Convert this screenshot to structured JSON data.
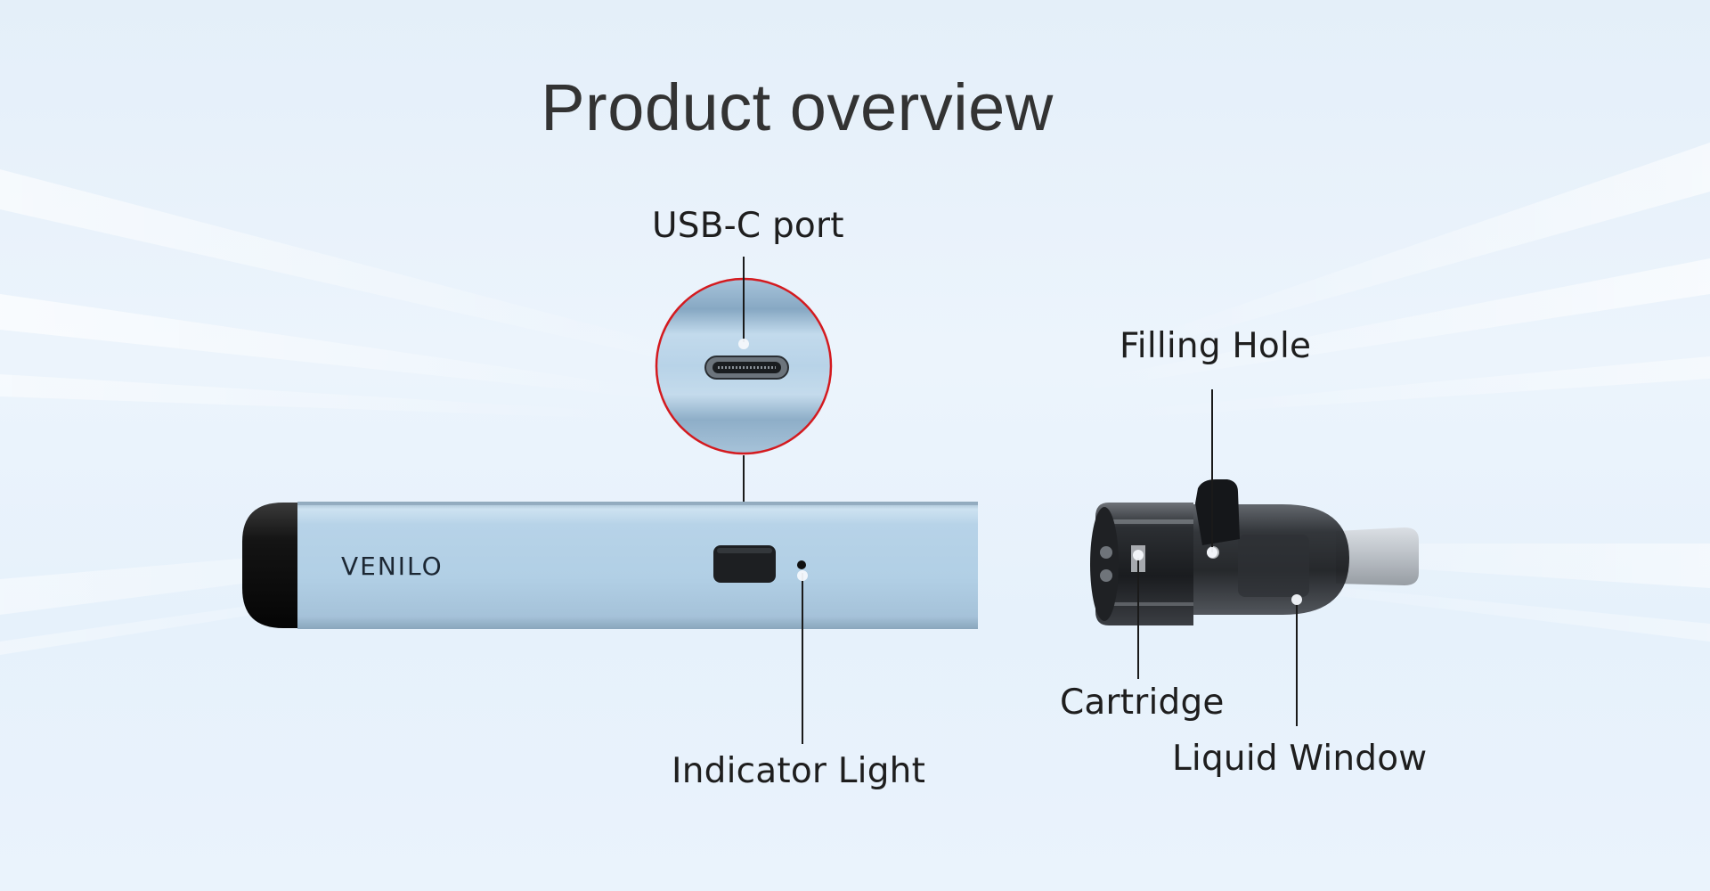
{
  "title": "Product overview",
  "brand": "VENILO",
  "callouts": {
    "usb_c_port": "USB-C port",
    "indicator_light": "Indicator Light",
    "filling_hole": "Filling Hole",
    "cartridge": "Cartridge",
    "liquid_window": "Liquid Window"
  },
  "colors": {
    "pen_body": "#b2d0e6",
    "pen_cap": "#161616",
    "zoom_ring": "#d41a1f",
    "leader_line": "#1a1a1a",
    "title_text": "#333333",
    "pod_shell": "#3a3d42"
  }
}
